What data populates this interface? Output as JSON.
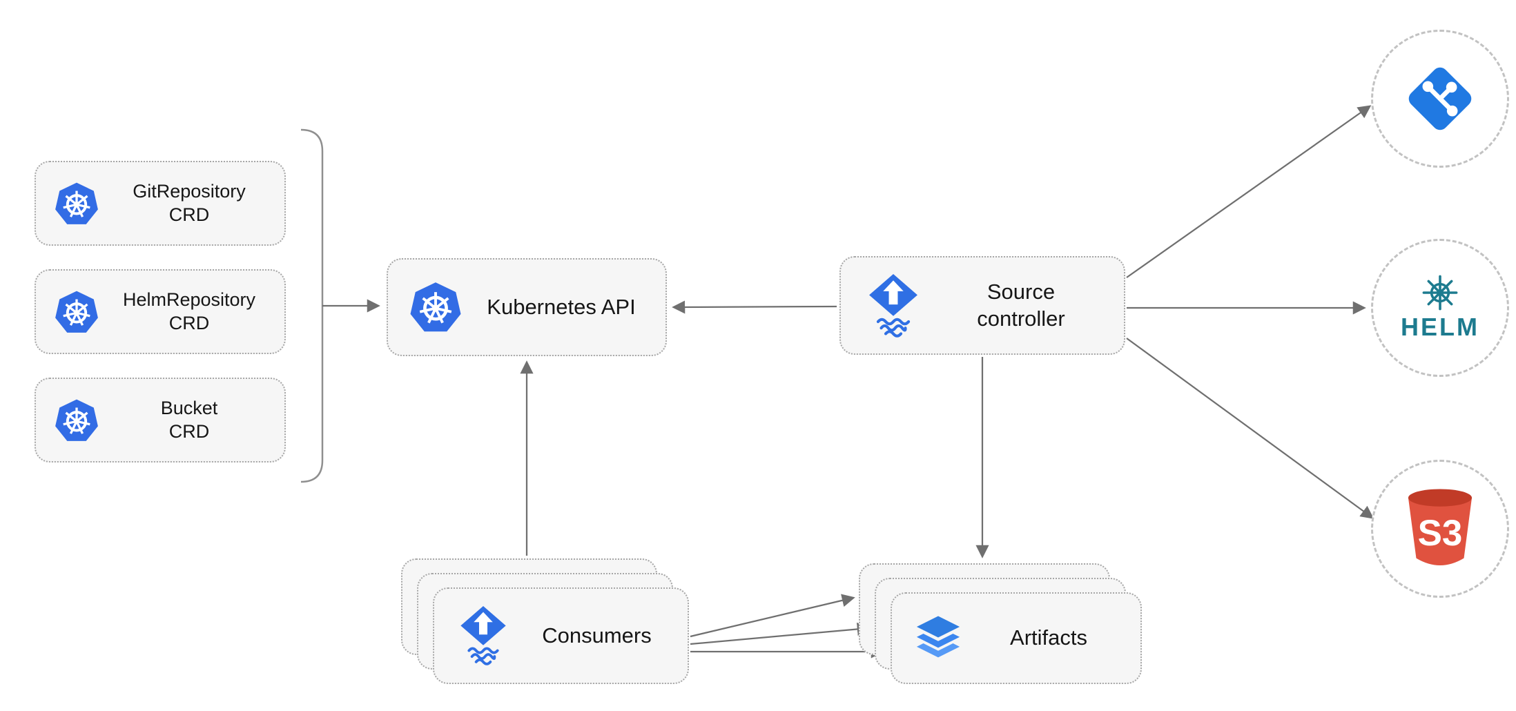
{
  "nodes": {
    "crd_list": [
      {
        "line1": "GitRepository",
        "line2": "CRD"
      },
      {
        "line1": "HelmRepository",
        "line2": "CRD"
      },
      {
        "line1": "Bucket",
        "line2": "CRD"
      }
    ],
    "kubernetes_api": {
      "label": "Kubernetes API"
    },
    "source_controller": {
      "line1": "Source",
      "line2": "controller"
    },
    "consumers": {
      "label": "Consumers"
    },
    "artifacts": {
      "label": "Artifacts"
    }
  },
  "external_targets": {
    "git": {
      "icon": "git-icon"
    },
    "helm": {
      "icon": "helm-wheel-icon",
      "label": "HELM"
    },
    "s3": {
      "icon": "s3-bucket-icon",
      "label": "S3"
    }
  },
  "icons": {
    "kubernetes": "kubernetes-wheel-icon",
    "flux": "flux-diamond-icon",
    "layers": "layers-icon"
  },
  "colors": {
    "kubernetes_blue": "#326ce5",
    "flux_blue": "#2f6fe4",
    "layers_blue": "#3b82ee",
    "git_blue": "#2079e2",
    "helm_teal": "#1d7b8f",
    "s3_red": "#e0523f",
    "node_fill": "#f6f6f6",
    "node_border": "#a6a6a6",
    "arrow_gray": "#6f6f6f"
  }
}
